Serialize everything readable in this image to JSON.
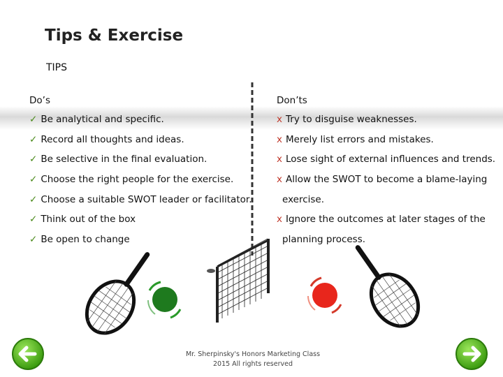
{
  "slide": {
    "title": "Tips & Exercise",
    "subtitle": "TIPS"
  },
  "dos": {
    "heading": "Do’s",
    "items": [
      "Be analytical and specific.",
      "Record all thoughts and ideas.",
      "Be selective in the final evaluation.",
      "Choose the right people for the exercise.",
      "Choose a suitable SWOT leader or facilitator.",
      "Think out of the box",
      "Be open to change"
    ]
  },
  "donts": {
    "heading": "Don’ts",
    "items": [
      "Try to disguise weaknesses.",
      "Merely list errors and mistakes.",
      "Lose sight of external influences and trends.",
      "Allow the SWOT to become a blame-laying",
      "exercise.",
      "Ignore the outcomes at later stages of the",
      "planning process."
    ]
  },
  "marks": {
    "check": "✓",
    "x": "x"
  },
  "footer": {
    "line1": "Mr. Sherpinsky's Honors Marketing Class",
    "line2": "2015 All rights reserved"
  },
  "colors": {
    "check": "#4a8a1a",
    "x_mark": "#c0392b",
    "green_ball": "#1e7a1e",
    "red_ball": "#e8261c",
    "nav_button": "#5cc21a"
  },
  "icons": {
    "left_racket": "tennis-racket-icon",
    "right_racket": "tennis-racket-icon",
    "net": "tennis-net-icon",
    "green_ball": "green-ball-icon",
    "red_ball": "red-ball-icon",
    "back": "arrow-left-icon",
    "forward": "arrow-right-icon"
  }
}
